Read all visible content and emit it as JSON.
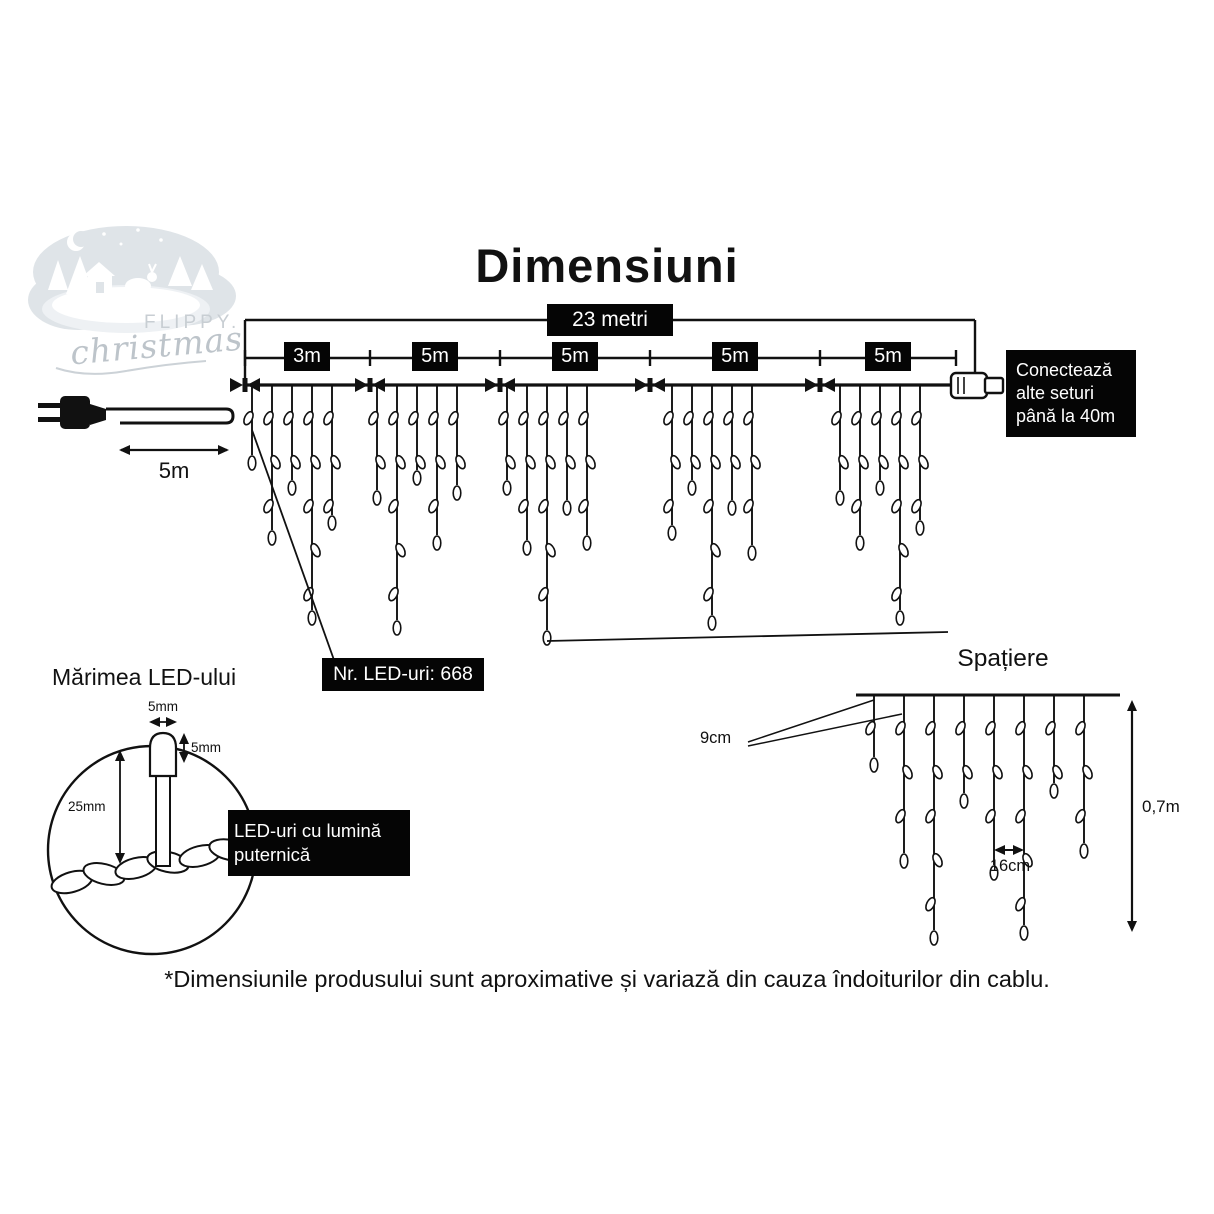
{
  "title": "Dimensiuni",
  "logo": {
    "brand_top": "FLIPPY.",
    "brand_script": "christmas"
  },
  "diagram": {
    "total_label": "23 metri",
    "segments": [
      "3m",
      "5m",
      "5m",
      "5m",
      "5m"
    ],
    "lead_label": "5m",
    "connector_note": "Conectează alte seturi până la 40m",
    "led_count_label": "Nr. LED-uri: 668"
  },
  "led_size": {
    "heading": "Mărimea LED-ului",
    "width_label": "5mm",
    "tip_label": "5mm",
    "length_label": "25mm",
    "note": "LED-uri cu lumină puternică"
  },
  "spacing": {
    "heading": "Spațiere",
    "drop_gap_label": "9cm",
    "led_gap_label": "16cm",
    "height_label": "0,7m"
  },
  "footnote": "*Dimensiunile produsului sunt aproximative și variază din cauza îndoiturilor din cablu.",
  "colors": {
    "ink": "#111111",
    "box": "#050505",
    "logo_gray": "#dfe4e8"
  }
}
